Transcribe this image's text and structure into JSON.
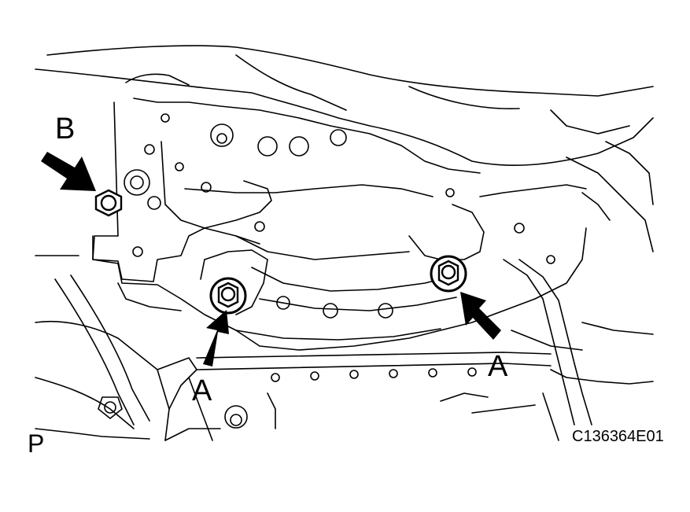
{
  "labels": {
    "callout_b": "B",
    "callout_a_left": "A",
    "callout_a_right": "A",
    "figure_code": "C136364E01",
    "view_tag": "P"
  },
  "colors": {
    "line": "#000000",
    "background": "#ffffff",
    "arrow": "#000000"
  }
}
